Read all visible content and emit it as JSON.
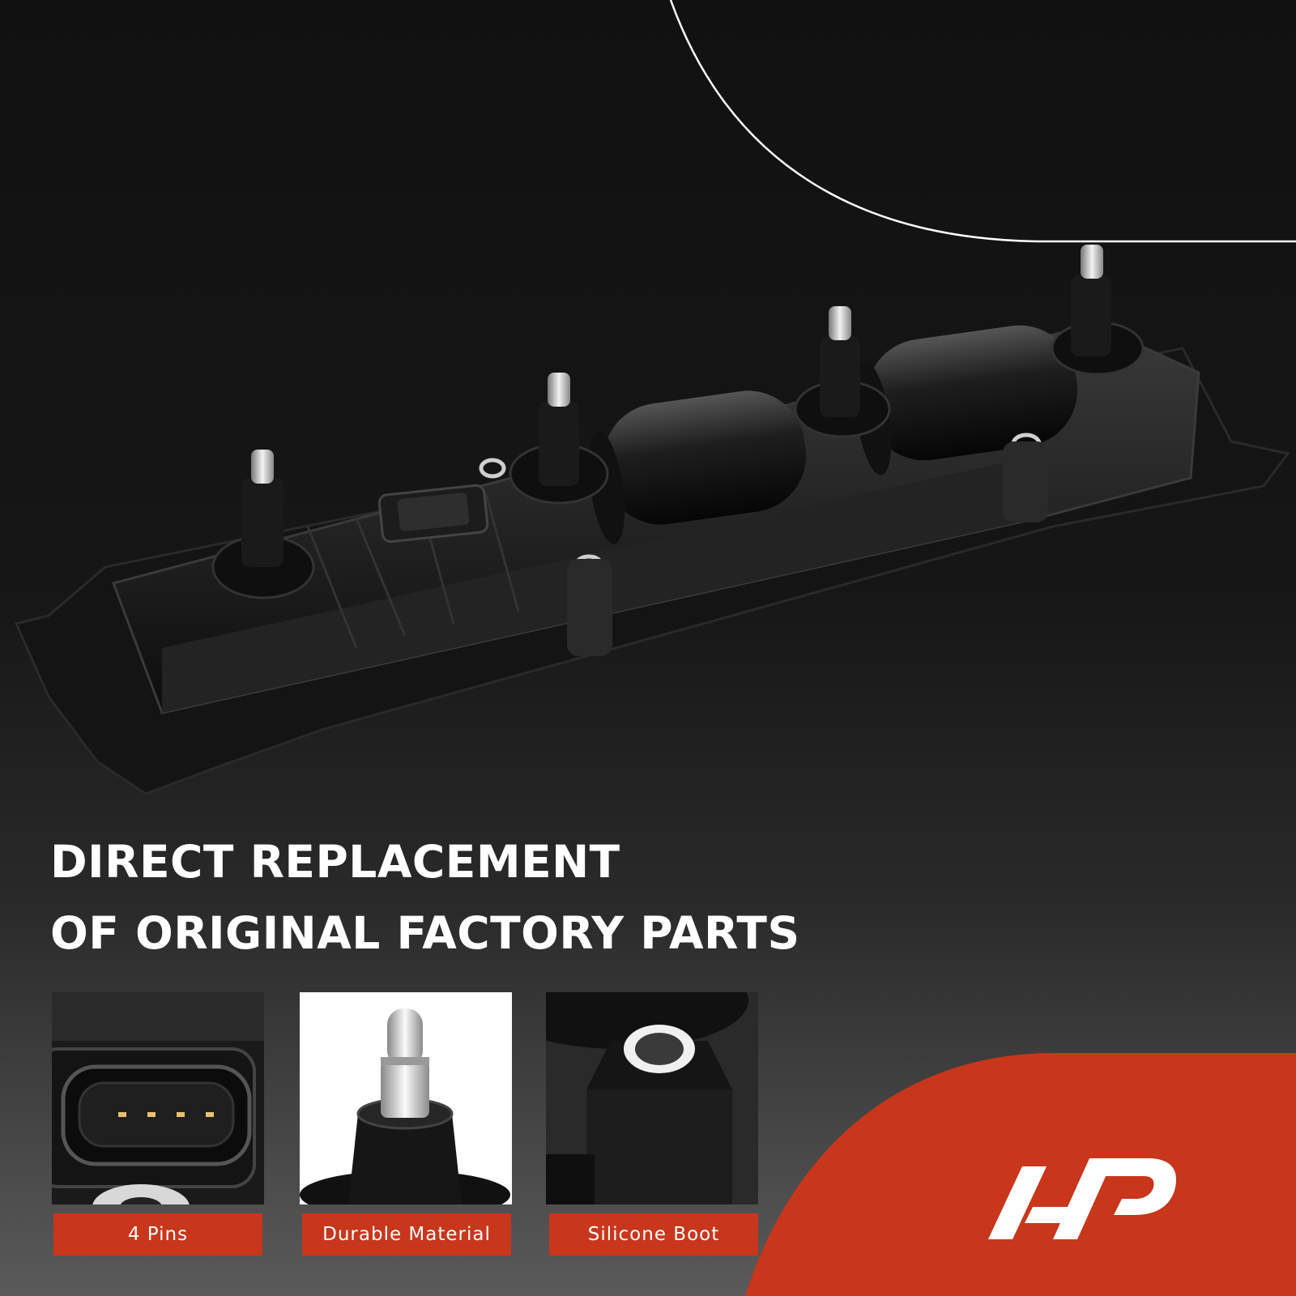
{
  "headline": {
    "line1": "DIRECT REPLACEMENT",
    "line2": "OF ORIGINAL FACTORY PARTS"
  },
  "features": [
    {
      "label": "4 Pins",
      "icon": "connector-4pin-image"
    },
    {
      "label": "Durable Material",
      "icon": "terminal-post-image"
    },
    {
      "label": "Silicone Boot",
      "icon": "mount-bushing-image"
    }
  ],
  "brand": {
    "logo": "ap-logo",
    "color": "#c8361c"
  },
  "colors": {
    "accent": "#c8361c",
    "text": "#ffffff",
    "background": "#111111"
  }
}
